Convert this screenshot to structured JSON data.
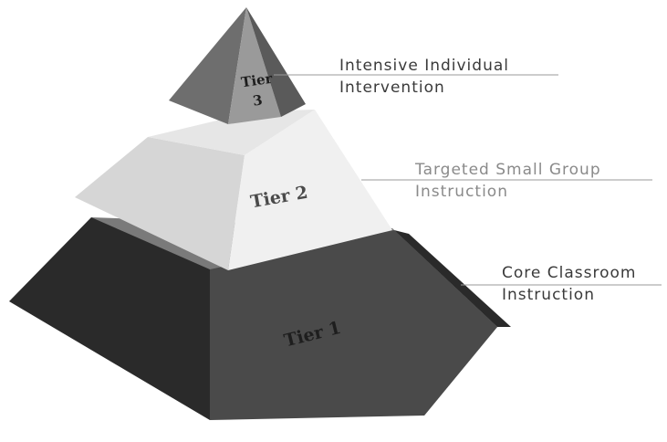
{
  "diagram": {
    "tiers": [
      {
        "id": "tier3",
        "label": "Tier 3",
        "desc_lines": [
          "Intensive Individual",
          "Intervention"
        ]
      },
      {
        "id": "tier2",
        "label": "Tier 2",
        "desc_lines": [
          "Targeted Small Group",
          "Instruction"
        ]
      },
      {
        "id": "tier1",
        "label": "Tier 1",
        "desc_lines": [
          "Core Classroom",
          "Instruction"
        ]
      }
    ],
    "colors": {
      "tier1_front": "#4a4a4a",
      "tier1_side": "#2a2a2a",
      "tier1_top": "#7a7a7a",
      "tier2_front": "#f0f0f0",
      "tier2_left": "#d6d6d6",
      "tier2_top": "#e6e6e6",
      "tier3_front": "#9a9a9a",
      "tier3_left": "#6e6e6e",
      "tier3_right": "#5a5a5a",
      "leader_line": "#9a9a9a"
    }
  }
}
